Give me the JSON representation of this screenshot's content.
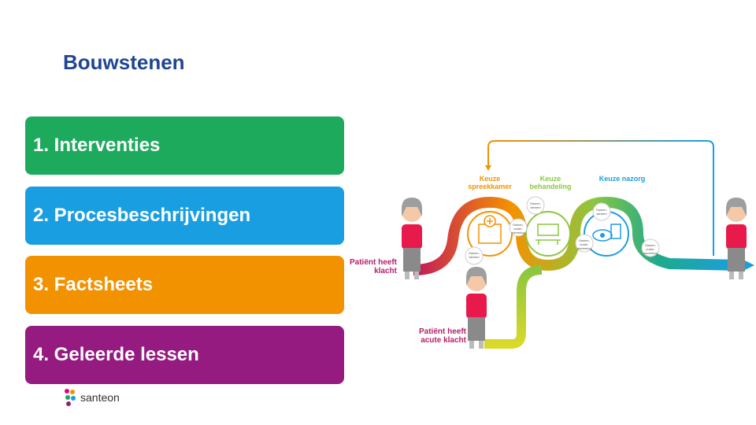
{
  "title": "Bouwstenen",
  "blocks": [
    {
      "label": "1. Interventies",
      "color": "#1eaa5d"
    },
    {
      "label": "2. Procesbeschrijvingen",
      "color": "#1a9ee2"
    },
    {
      "label": "3. Factsheets",
      "color": "#f39200"
    },
    {
      "label": "4. Geleerde lessen",
      "color": "#951b81"
    }
  ],
  "logo": {
    "text": "santeon"
  },
  "diagram": {
    "stages": [
      "Keuze spreekkamer",
      "Keuze behandeling",
      "Keuze nazorg"
    ],
    "patient_labels": [
      "Patiënt heeft klacht",
      "Patiënt heeft acute klacht"
    ],
    "bubble_labels": [
      "Samen-stemen",
      "Samen-onder-stemming"
    ]
  }
}
